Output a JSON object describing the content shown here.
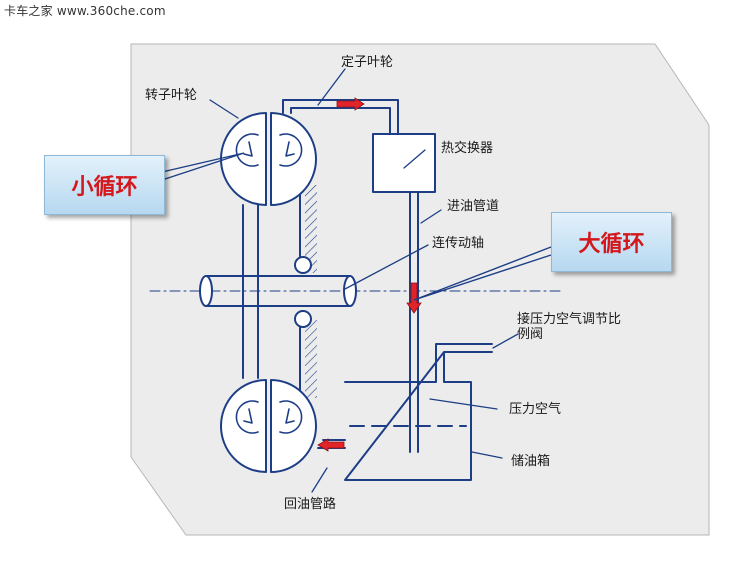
{
  "watermark": "卡车之家 www.360che.com",
  "labels": {
    "stator_impeller": "定子叶轮",
    "rotor_impeller": "转子叶轮",
    "heat_exchanger": "热交换器",
    "inlet_pipe": "进油管道",
    "connecting_shaft": "连传动轴",
    "pressure_regulator_line1": "接压力空气调节比",
    "pressure_regulator_line2": "例阀",
    "pressurized_air": "压力空气",
    "oil_tank": "储油箱",
    "return_pipe": "回油管路"
  },
  "callouts": {
    "small_loop": "小循环",
    "large_loop": "大循环"
  },
  "colors": {
    "panel_bg": "#ececec",
    "line": "#1d3e86",
    "arrow": "#e0242a",
    "callout_text": "#d4171b"
  }
}
